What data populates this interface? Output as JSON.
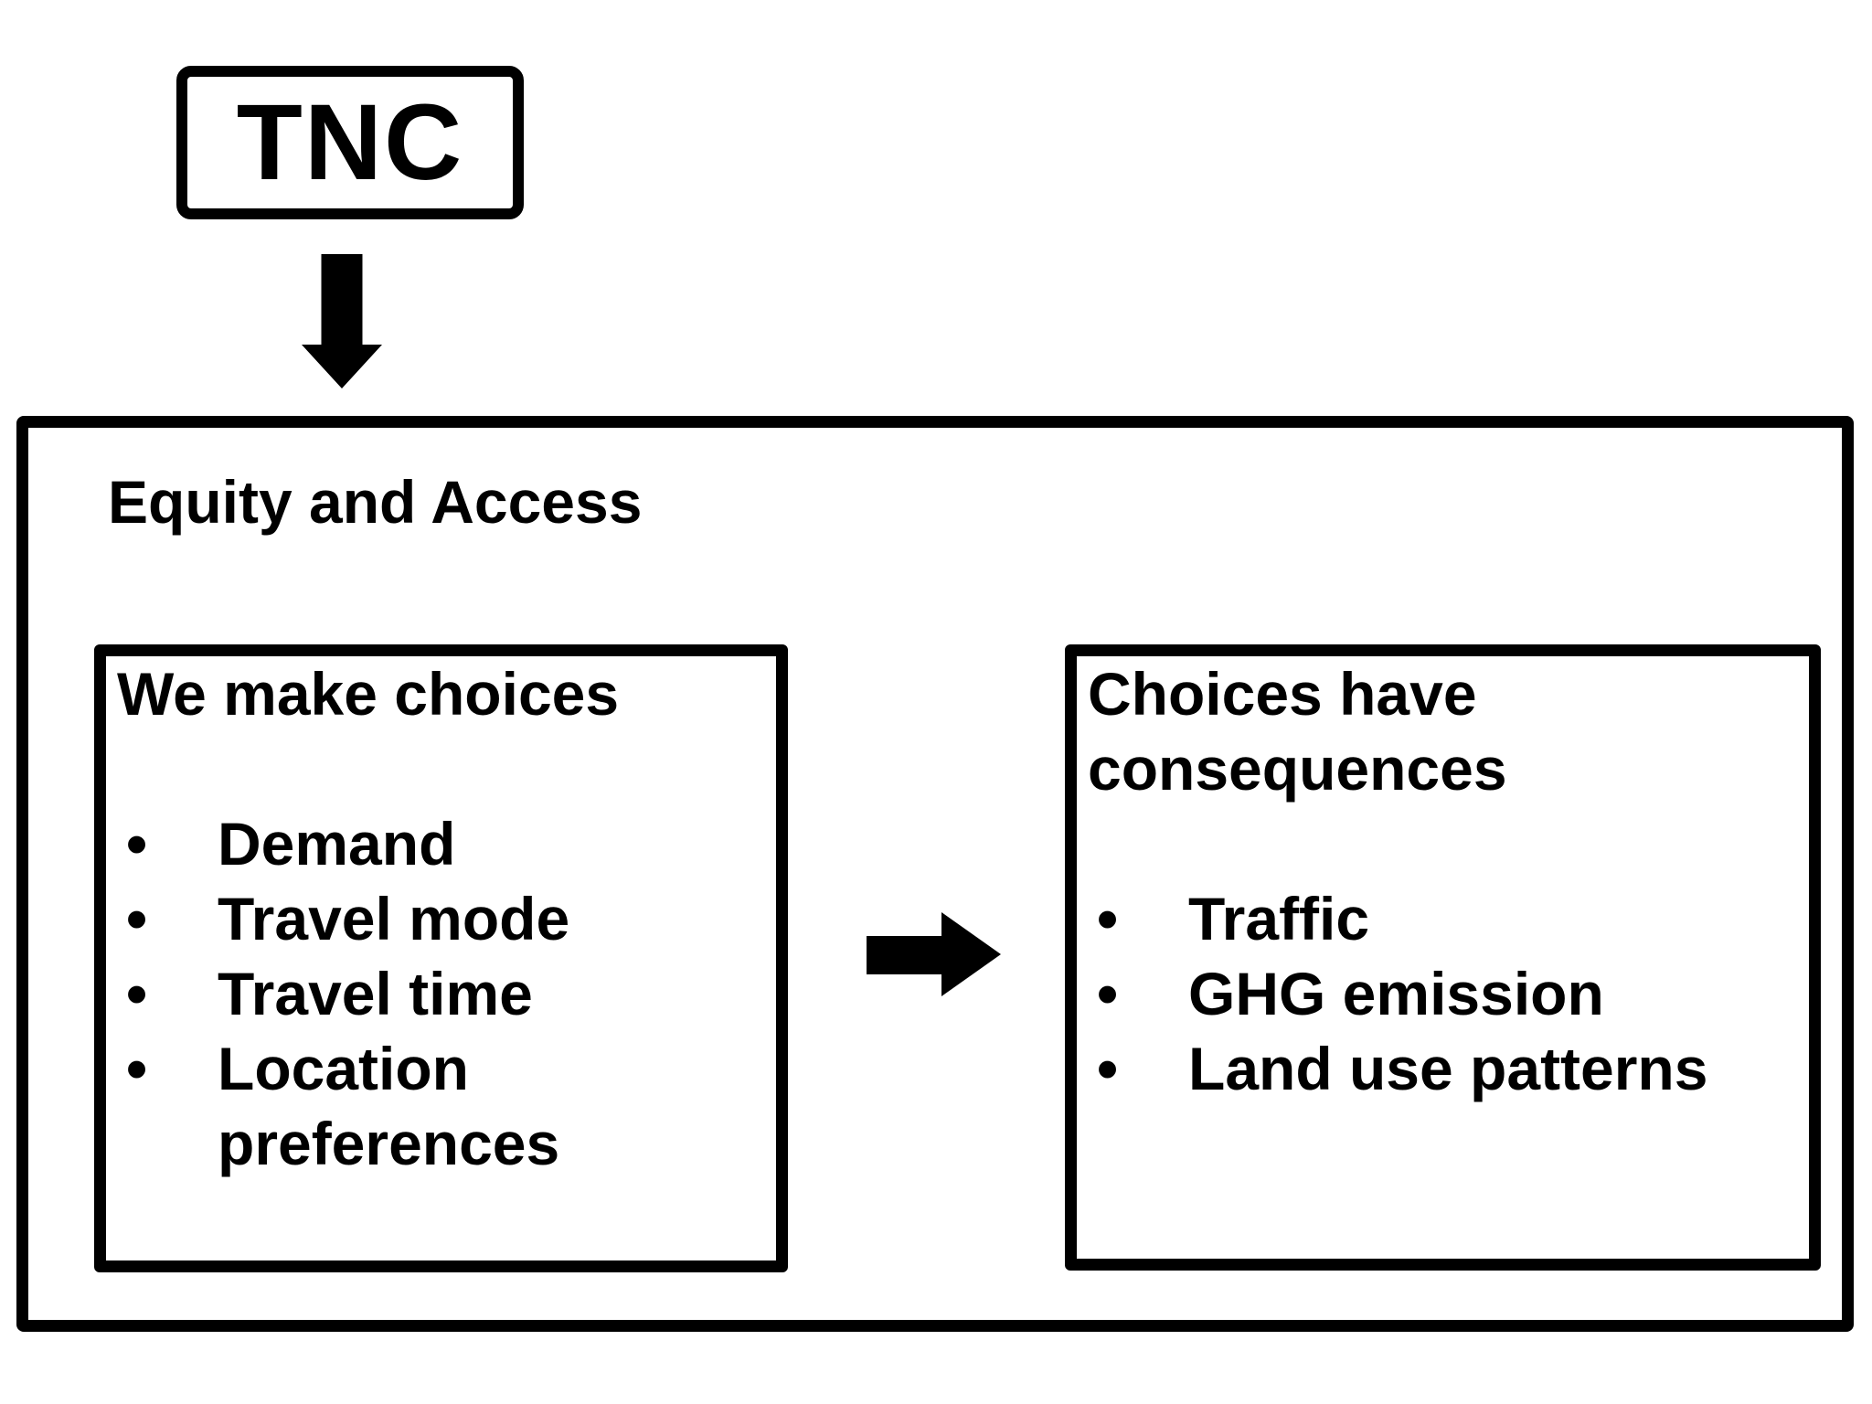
{
  "colors": {
    "ink": "#000000",
    "background": "#ffffff"
  },
  "tnc_box": {
    "label": "TNC"
  },
  "outer_box": {
    "title": "Equity and Access"
  },
  "left_box": {
    "title": "We make choices",
    "bullet_char": "•",
    "bullets": [
      "Demand",
      "Travel mode",
      "Travel time",
      "Location preferences"
    ]
  },
  "right_box": {
    "title": "Choices have consequences",
    "bullet_char": "•",
    "bullets": [
      "Traffic",
      "GHG emission",
      "Land use patterns"
    ]
  }
}
